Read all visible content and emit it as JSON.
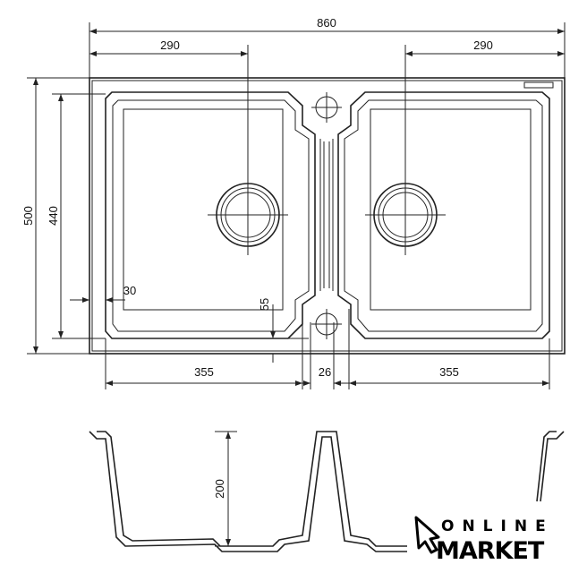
{
  "drawing": {
    "top_view": {
      "overall_width": "860",
      "left_bowl_drain_offset": "290",
      "right_bowl_drain_offset": "290",
      "overall_depth": "500",
      "bowl_depth": "440",
      "side_rim": "30",
      "front_rim": "55",
      "left_bowl_width": "355",
      "divider_width": "26",
      "right_bowl_width": "355"
    },
    "side_view": {
      "bowl_height": "200"
    }
  },
  "logo": {
    "line1": "ONLINE",
    "line2": "MARKET"
  }
}
